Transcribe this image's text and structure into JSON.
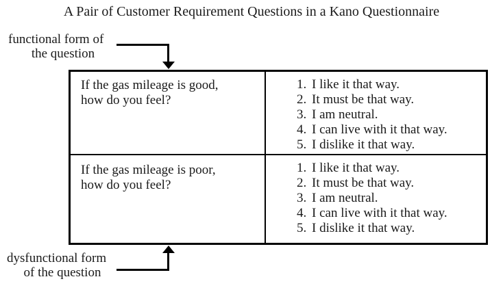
{
  "title": "A Pair of Customer Requirement Questions in a Kano Questionnaire",
  "labels": {
    "functional": {
      "line1": "functional form of",
      "line2": "the question"
    },
    "dysfunctional": {
      "line1": "dysfunctional form",
      "line2": "of the question"
    }
  },
  "table": {
    "rows": [
      {
        "question": {
          "line1": "If the gas mileage is good,",
          "line2": "how do you feel?"
        },
        "options": [
          {
            "num": "1.",
            "text": "I like it that way."
          },
          {
            "num": "2.",
            "text": "It must be that way."
          },
          {
            "num": "3.",
            "text": "I am neutral."
          },
          {
            "num": "4.",
            "text": "I can live with it that way."
          },
          {
            "num": "5.",
            "text": "I dislike it that way."
          }
        ]
      },
      {
        "question": {
          "line1": "If the gas mileage is poor,",
          "line2": "how do you feel?"
        },
        "options": [
          {
            "num": "1.",
            "text": "I like it that way."
          },
          {
            "num": "2.",
            "text": "It must be that way."
          },
          {
            "num": "3.",
            "text": "I am neutral."
          },
          {
            "num": "4.",
            "text": "I can live with it that way."
          },
          {
            "num": "5.",
            "text": "I dislike it that way."
          }
        ]
      }
    ]
  },
  "colors": {
    "text": "#1a1a1a",
    "border": "#000000",
    "background": "#ffffff"
  }
}
